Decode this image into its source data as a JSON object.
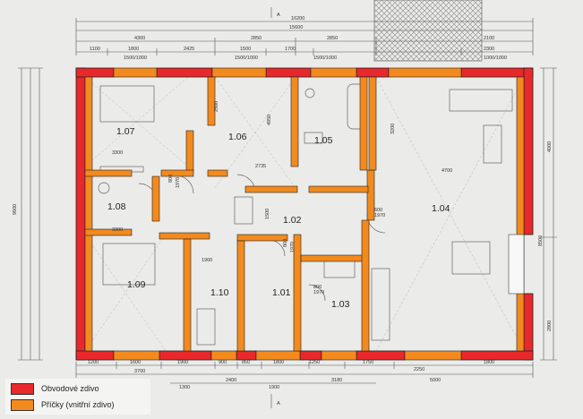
{
  "rooms": [
    {
      "id": "1.07"
    },
    {
      "id": "1.06"
    },
    {
      "id": "1.05"
    },
    {
      "id": "1.08"
    },
    {
      "id": "1.02"
    },
    {
      "id": "1.04"
    },
    {
      "id": "1.09"
    },
    {
      "id": "1.10"
    },
    {
      "id": "1.01"
    },
    {
      "id": "1.03"
    }
  ],
  "dims": {
    "top_overall": "16200",
    "top_second": "15600",
    "top_row3": [
      "4300",
      "2850",
      "2850",
      "2100"
    ],
    "top_row4": [
      "1100",
      "1800",
      "2425",
      "1500",
      "1700",
      "2300"
    ],
    "top_window_marks": [
      "1500/1000",
      "1500/1000",
      "1500/1000",
      "1000/1000"
    ],
    "bottom_row1": [
      "1200",
      "1600",
      "1900",
      "900",
      "850",
      "1800",
      "1250",
      "1750",
      "1800"
    ],
    "bottom_row2": [
      "3700",
      "2400",
      "3180",
      "5000"
    ],
    "bottom_row3": [
      "1300",
      "1900",
      "2250"
    ],
    "left_overall": "9600",
    "right_vert": [
      "4000",
      "8500",
      "2800"
    ],
    "interior": [
      "3300",
      "3300",
      "4950",
      "2735",
      "4700",
      "2500",
      "3200",
      "1500",
      "1900",
      "800",
      "1970",
      "800",
      "1970",
      "800",
      "1970",
      "600",
      "1970"
    ]
  },
  "section_marks": {
    "top": "A",
    "bottom": "A"
  },
  "legend": {
    "items": [
      {
        "label": "Obvodové zdivo",
        "color": "#e8282a"
      },
      {
        "label": "Příčky (vnitřní zdivo)",
        "color": "#f28a1e"
      }
    ]
  },
  "colors": {
    "exterior_wall": "#e8282a",
    "interior_wall": "#f28a1e",
    "hatch": "#9a9a9a"
  }
}
